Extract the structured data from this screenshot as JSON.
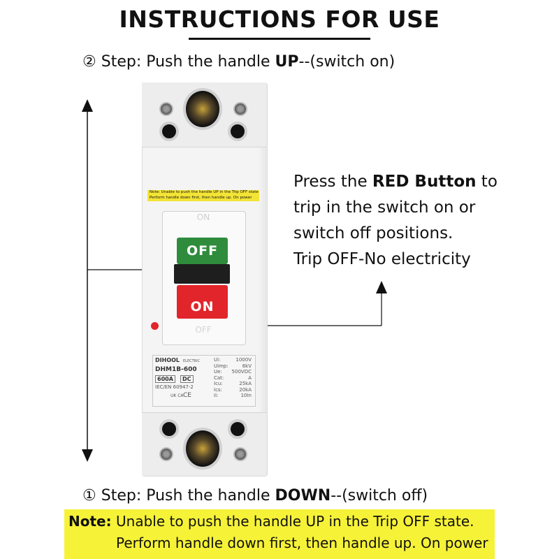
{
  "title": "INSTRUCTIONS FOR USE",
  "step2": {
    "number": "②",
    "prefix": "Step: Push the handle ",
    "bold": "UP",
    "suffix": "--(switch on)"
  },
  "step1": {
    "number": "①",
    "prefix": "Step: Push the handle ",
    "bold": "DOWN",
    "suffix": "--(switch off)"
  },
  "press": {
    "pre": "Press the ",
    "bold": "RED Button",
    "post": " to",
    "line2": "trip in the switch on or",
    "line3": "switch off positions.",
    "line4": "Trip OFF-No electricity"
  },
  "note": {
    "label": "Note:",
    "line1": "Unable to push the handle UP in the Trip OFF state.",
    "line2": "Perform handle down first, then handle up. On power"
  },
  "breaker": {
    "warning_line1": "Note: Unable to push the handle UP in the Trip OFF state",
    "warning_line2": "Perform handle down first, then handle up. On power",
    "on_label": "ON",
    "off_faint_label": "OFF",
    "off_button": "OFF",
    "on_button": "ON",
    "brand": "DIHOOL",
    "brand_sub": "ELECTRIC",
    "model": "DHM1B-600",
    "rating": "600A",
    "current_type": "DC",
    "standard": "IEC/EN 60947-2",
    "specs": [
      {
        "key": "Ui:",
        "value": "1000V"
      },
      {
        "key": "Uimp:",
        "value": "6kV"
      },
      {
        "key": "Ue:",
        "value": "500VDC"
      },
      {
        "key": "Cat:",
        "value": "A"
      },
      {
        "key": "Icu:",
        "value": "25kA"
      },
      {
        "key": "Ics:",
        "value": "20kA"
      },
      {
        "key": "Ii:",
        "value": "10In"
      }
    ],
    "marks": [
      "UK CA",
      "CE"
    ]
  },
  "colors": {
    "note_yellow": "#f6f237",
    "off_green": "#2e8c3c",
    "on_red": "#e2242b",
    "handle_black": "#1e1e1e"
  }
}
